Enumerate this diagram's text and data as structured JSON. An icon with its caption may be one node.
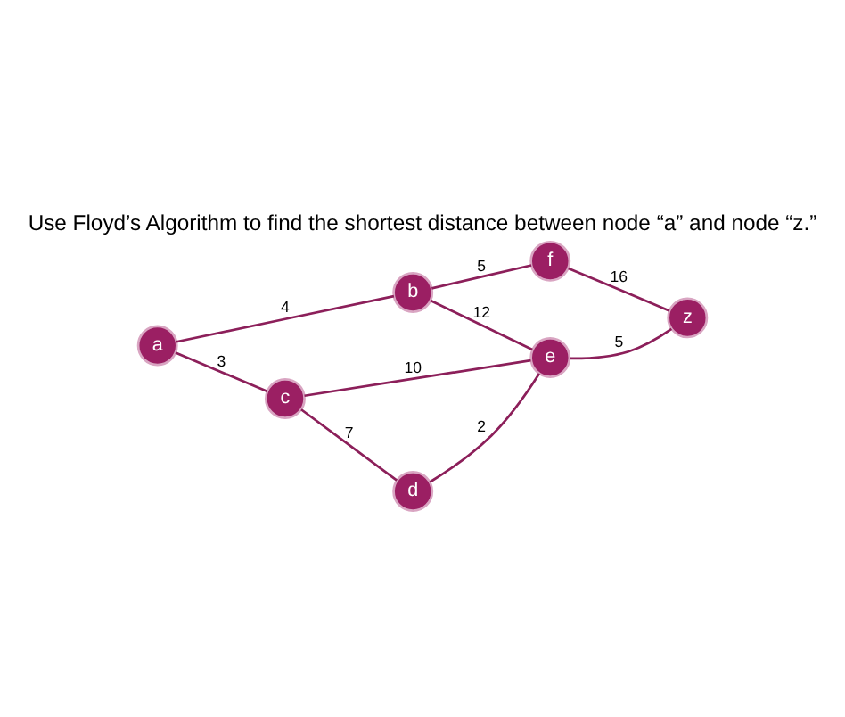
{
  "diagram": {
    "title": "Use Floyd’s Algorithm to find the shortest distance between node “a” and node “z.”",
    "nodes": [
      {
        "text": [
          "a"
        ]
      },
      {
        "text": [
          "b"
        ]
      },
      {
        "text": [
          "f"
        ]
      },
      {
        "text": [
          "z"
        ]
      },
      {
        "text": [
          "c"
        ]
      },
      {
        "text": [
          "e"
        ]
      },
      {
        "text": [
          "d"
        ]
      }
    ],
    "edges": [
      {
        "from": 0,
        "to": 1,
        "arrow": "none",
        "label": "4"
      },
      {
        "from": 0,
        "to": 4,
        "arrow": "none",
        "label": "3"
      },
      {
        "from": 1,
        "to": 2,
        "arrow": "none",
        "label": "5"
      },
      {
        "from": 1,
        "to": 5,
        "arrow": "none",
        "label": "12"
      },
      {
        "from": 2,
        "to": 3,
        "arrow": "none",
        "label": "16"
      },
      {
        "from": 5,
        "to": 3,
        "arrow": "none",
        "label": "5"
      },
      {
        "from": 4,
        "to": 5,
        "arrow": "none",
        "label": "10"
      },
      {
        "from": 4,
        "to": 6,
        "arrow": "none",
        "label": "7"
      },
      {
        "from": 6,
        "to": 5,
        "arrow": "none",
        "label": "2"
      }
    ]
  }
}
